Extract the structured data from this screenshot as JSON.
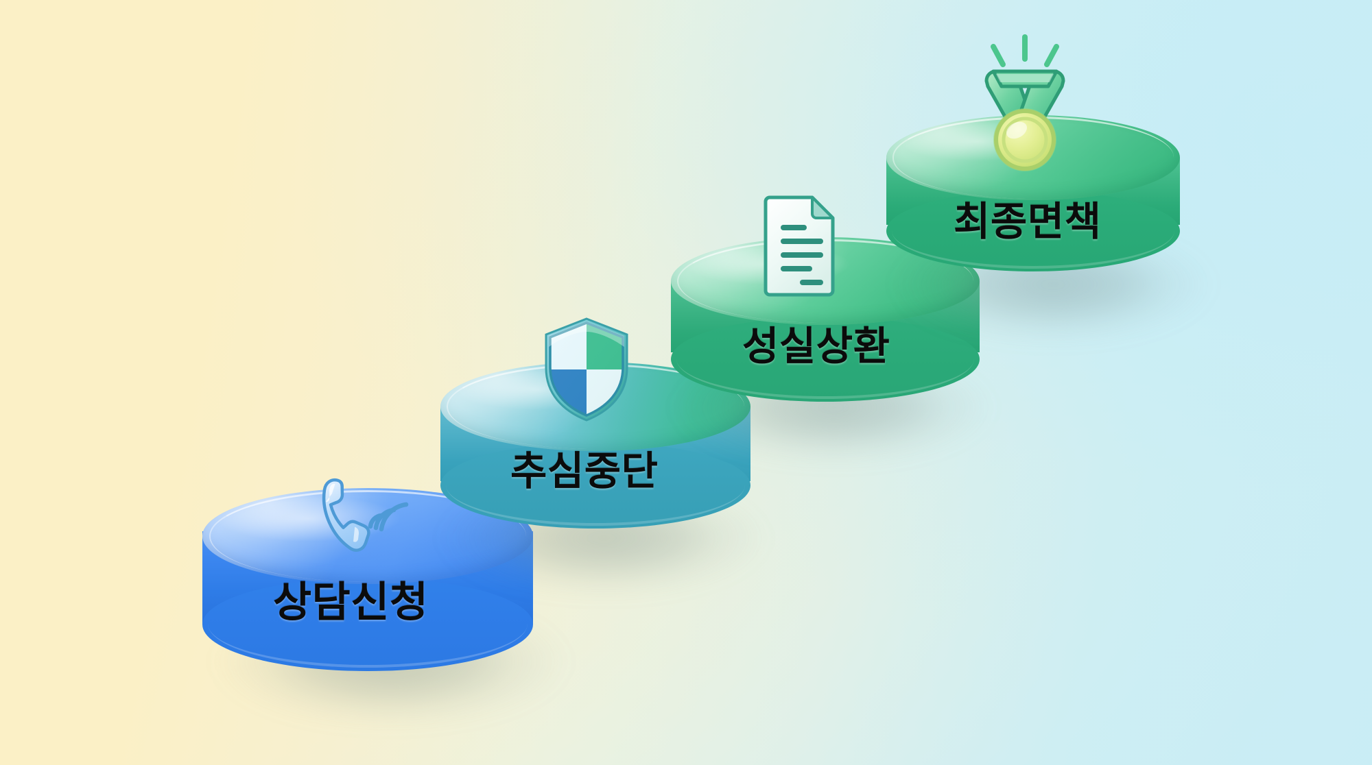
{
  "graphic": {
    "type": "stepped-cylinder-infographic",
    "orientation": "ascending-left-to-right",
    "step_count": 4,
    "background": {
      "from_color": "#fbf0c6",
      "to_color": "#c9edf5",
      "description": "diagonal pale yellow to light cyan gradient"
    }
  },
  "steps": [
    {
      "index": "1",
      "label": "상담신청",
      "icon": "phone-ringing-icon",
      "top_color": "#6ba8f5",
      "side_color": "#2f7de8",
      "accent_color": "#3b86f0"
    },
    {
      "index": "2",
      "label": "추심중단",
      "icon": "shield-icon",
      "top_color": "#7ec8d8",
      "side_color": "#3aa7c2",
      "accent_color": "#54b9c9"
    },
    {
      "index": "3",
      "label": "성실상환",
      "icon": "document-icon",
      "top_color": "#63cb9a",
      "side_color": "#27a777",
      "accent_color": "#3fbf8c"
    },
    {
      "index": "4",
      "label": "최종면책",
      "icon": "medal-icon",
      "top_color": "#5ecb98",
      "side_color": "#2aab79",
      "accent_color": "#41c08c"
    }
  ]
}
